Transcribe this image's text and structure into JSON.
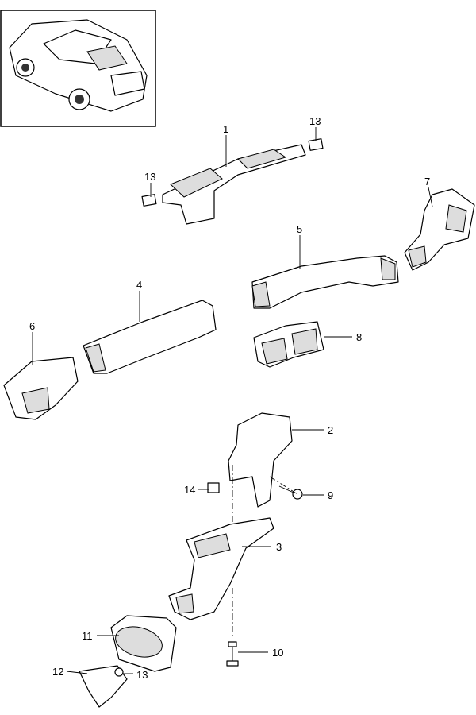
{
  "diagram": {
    "callouts": [
      {
        "id": "c1",
        "text": "1"
      },
      {
        "id": "c13a",
        "text": "13"
      },
      {
        "id": "c13b",
        "text": "13"
      },
      {
        "id": "c7",
        "text": "7"
      },
      {
        "id": "c5",
        "text": "5"
      },
      {
        "id": "c4",
        "text": "4"
      },
      {
        "id": "c6",
        "text": "6"
      },
      {
        "id": "c8",
        "text": "8"
      },
      {
        "id": "c2",
        "text": "2"
      },
      {
        "id": "c14",
        "text": "14"
      },
      {
        "id": "c9",
        "text": "9"
      },
      {
        "id": "c3",
        "text": "3"
      },
      {
        "id": "c11",
        "text": "11"
      },
      {
        "id": "c10",
        "text": "10"
      },
      {
        "id": "c12",
        "text": "12"
      },
      {
        "id": "c13c",
        "text": "13"
      }
    ]
  }
}
